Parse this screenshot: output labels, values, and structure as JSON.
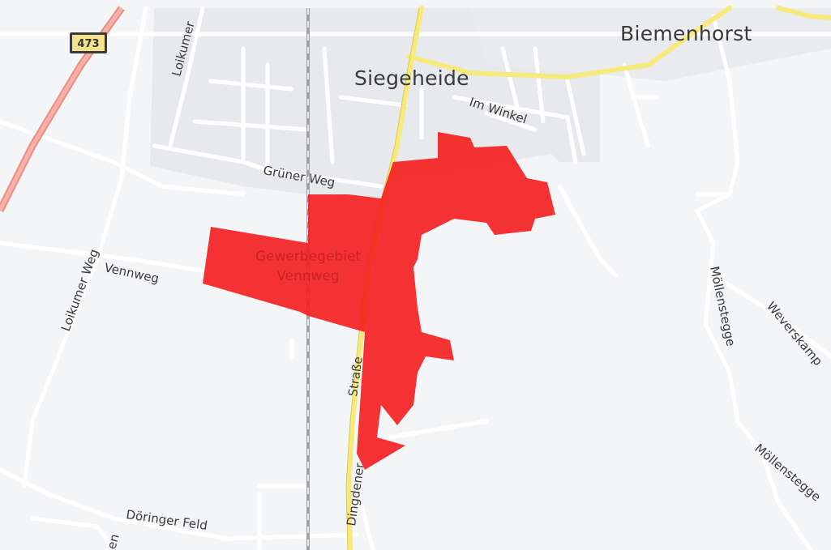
{
  "map": {
    "places": {
      "biemenhorst": "Biemenhorst",
      "siegeheide": "Siegeheide"
    },
    "streets": {
      "im_winkel": "Im Winkel",
      "gruner_weg": "Grüner Weg",
      "loikumer_weg": "Loikumer Weg",
      "loikumer_top": "Loikumer",
      "vennweg": "Vennweg",
      "dingdener_strasse_a": "Dingdener",
      "dingdener_strasse_b": "Straße",
      "moellenstegge_a": "Möllenstegge",
      "moellenstegge_b": "Möllenstegge",
      "weverskamp": "Weverskamp",
      "doringer_feld": "Döringer Feld",
      "partial_bottom_left": "en"
    },
    "highlight_area": {
      "label_line1": "Gewerbegebiet",
      "label_line2": "Vennweg",
      "color": "#f51d1d"
    },
    "road_shield": {
      "number": "473",
      "color": "#f4e28c"
    },
    "colors": {
      "background": "#f5f6f8",
      "urban": "#e8eaed",
      "minor_road": "#ffffff",
      "main_road": "#f7ea7c",
      "highway": "#f08f84",
      "railway": "#9a9a9a"
    }
  }
}
